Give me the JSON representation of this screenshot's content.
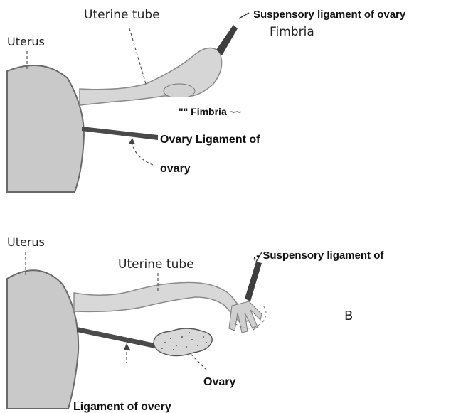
{
  "figure_a": {
    "uterus": "Uterus",
    "uterine_tube": "Uterine tube",
    "suspensory_ligament": "Suspensory ligament of ovary",
    "fimbria_top": "Fimbria",
    "fimbria_mid": "\"\" Fimbria ~~",
    "ovary_ligament": "Ovary Ligament of",
    "ovary": "ovary"
  },
  "figure_b": {
    "uterus": "Uterus",
    "uterine_tube": "Uterine tube",
    "suspensory_ligament": ",- Suspensory ligament of",
    "panel_letter": "B",
    "ovary": "Ovary",
    "ligament_of_ovary": "Ligament of overy"
  },
  "colors": {
    "tissue": "#c9c9c9",
    "tissue_light": "#dedede",
    "ligament": "#4a4a4a",
    "outline": "#777777"
  }
}
